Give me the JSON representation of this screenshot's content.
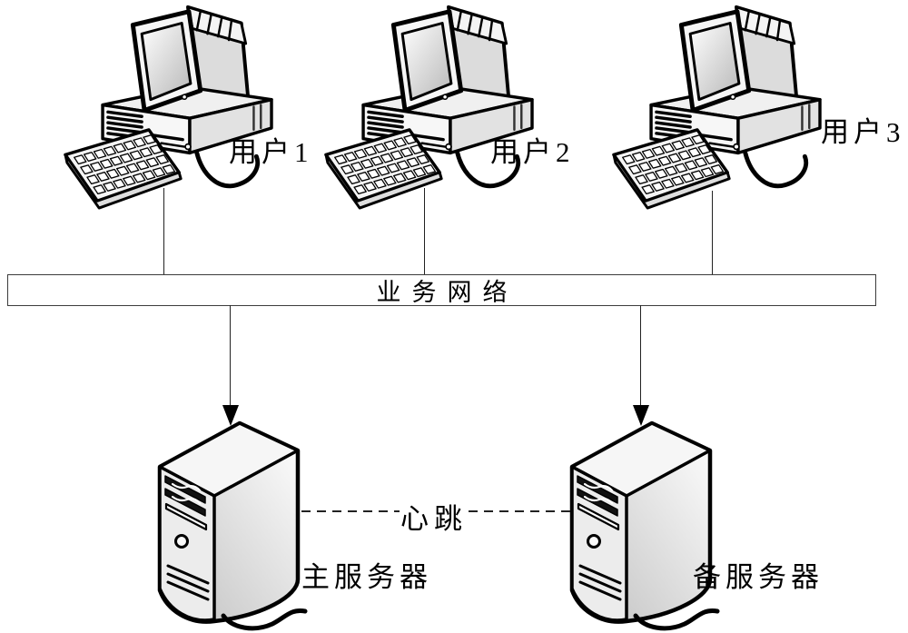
{
  "users": [
    {
      "label": "用户1"
    },
    {
      "label": "用户2"
    },
    {
      "label": "用户3"
    }
  ],
  "network_bus": {
    "label": "业务网络"
  },
  "heartbeat": {
    "label": "心跳"
  },
  "servers": [
    {
      "label": "主服务器"
    },
    {
      "label": "备服务器"
    }
  ],
  "colors": {
    "outline": "#000000",
    "line": "#222222",
    "fill_light": "#f4f4f4",
    "fill_mid": "#e2e2e2",
    "fill_dark": "#cccccc"
  }
}
